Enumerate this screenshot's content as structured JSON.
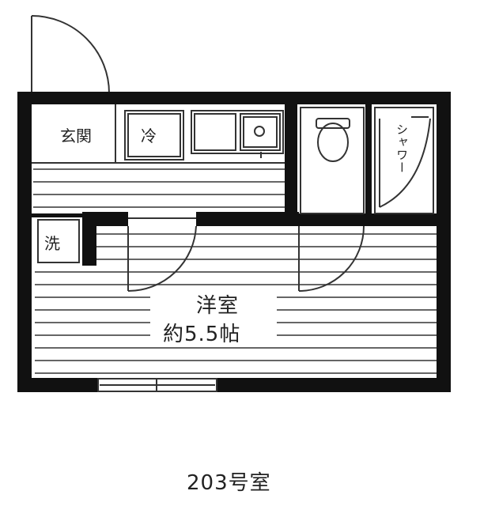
{
  "floorplan": {
    "unit_label": "203号室",
    "rooms": {
      "genkan": "玄関",
      "fridge": "冷",
      "laundry": "洗",
      "shower": "シャワー",
      "western_room": "洋室",
      "western_room_size": "約5.5帖"
    }
  },
  "colors": {
    "wall": "#111111",
    "line": "#333333",
    "background": "#ffffff"
  }
}
